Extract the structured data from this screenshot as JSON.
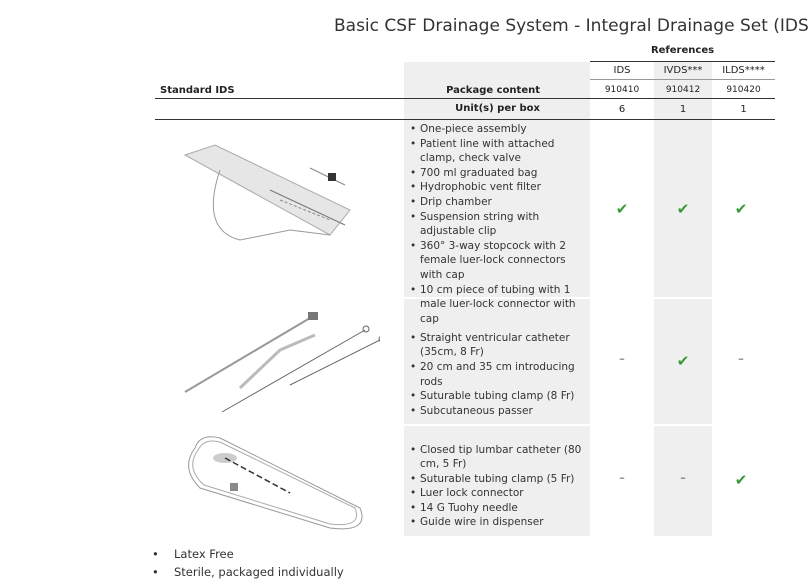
{
  "title": "Basic CSF Drainage System - Integral Drainage Set (IDS)",
  "table": {
    "references_label": "References",
    "row_label": "Standard IDS",
    "package_content_label": "Package content",
    "units_label": "Unit(s) per box",
    "columns": [
      {
        "name": "IDS",
        "ref": "910410",
        "units": "6"
      },
      {
        "name": "IVDS***",
        "ref": "910412",
        "units": "1"
      },
      {
        "name": "ILDS****",
        "ref": "910420",
        "units": "1"
      }
    ],
    "rows": [
      {
        "image": "ids-assembly-illustration",
        "items": [
          "One-piece assembly",
          "Patient line with attached clamp, check valve",
          "700 ml graduated bag",
          "Hydrophobic vent filter",
          "Drip chamber",
          "Suspension string with adjustable clip",
          "360° 3-way stopcock with 2 female luer-lock connectors with cap",
          "10 cm piece of tubing with 1 male luer-lock connector with cap"
        ],
        "availability": [
          "check",
          "check",
          "check"
        ]
      },
      {
        "image": "ventricular-catheter-illustration",
        "items": [
          "Straight ventricular catheter (35cm, 8 Fr)",
          "20 cm and 35 cm introducing rods",
          "Suturable tubing clamp (8 Fr)",
          "Subcutaneous passer"
        ],
        "availability": [
          "–",
          "check",
          "–"
        ]
      },
      {
        "image": "lumbar-catheter-illustration",
        "items": [
          "Closed tip lumbar catheter (80 cm, 5 Fr)",
          "Suturable tubing clamp (5 Fr)",
          "Luer lock connector",
          "14 G Tuohy needle",
          "Guide wire in dispenser"
        ],
        "availability": [
          "–",
          "–",
          "check"
        ]
      }
    ],
    "check_symbol": "✔",
    "check_color": "#3a9a3a"
  },
  "footnotes": [
    "Latex Free",
    "Sterile, packaged individually"
  ]
}
